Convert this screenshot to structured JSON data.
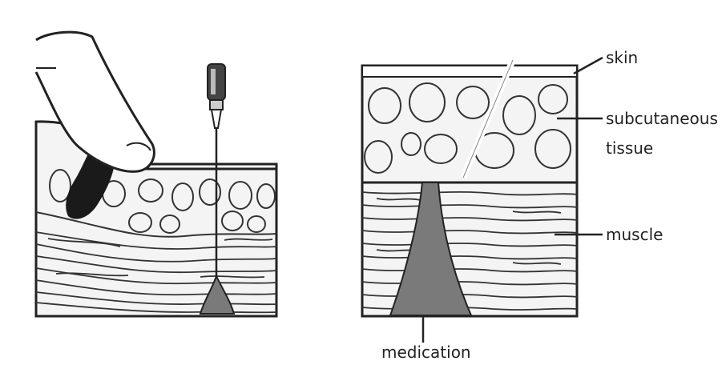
{
  "labels": {
    "skin": "skin",
    "subcutaneous_line1": "subcutaneous",
    "subcutaneous_line2": "tissue",
    "muscle": "muscle",
    "medication": "medication"
  },
  "colors": {
    "ink": "#222222",
    "medication_fill": "#7a7a7a",
    "background": "#ffffff"
  }
}
